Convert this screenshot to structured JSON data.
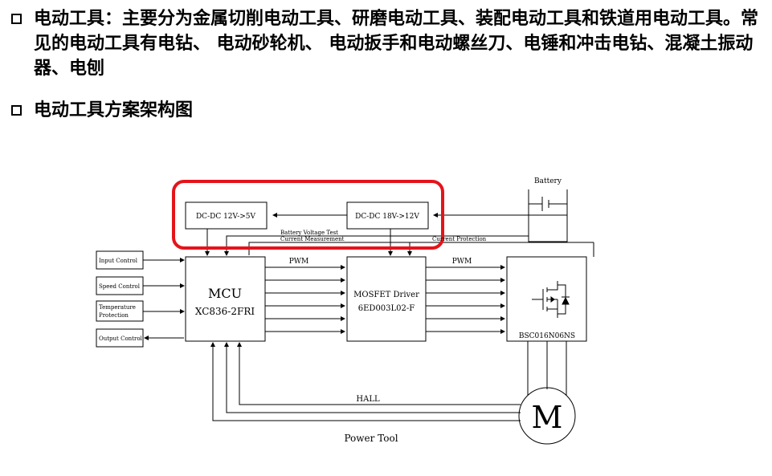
{
  "bullets": {
    "intro": "电动工具：主要分为金属切削电动工具、研磨电动工具、装配电动工具和铁道用电动工具。常见的电动工具有电钻、 电动砂轮机、 电动扳手和电动螺丝刀、电锤和冲击电钻、混凝土振动器、电刨",
    "heading": "电动工具方案架构图"
  },
  "diagram": {
    "battery": "Battery",
    "dcdc1": "DC-DC 12V->5V",
    "dcdc2": "DC-DC 18V->12V",
    "battery_voltage_test": "Battery Voltage Test",
    "current_measurement": "Current Measurement",
    "current_protection": "Current Protection",
    "inputs": [
      "Input Control",
      "Speed Control",
      "Temperature",
      "Protection",
      "Output Control"
    ],
    "mcu_title": "MCU",
    "mcu_part": "XC836-2FRI",
    "pwm1": "PWM",
    "pwm2": "PWM",
    "driver_title": "MOSFET Driver",
    "driver_part": "6ED003L02-F",
    "mosfet_part": "BSC016N06NS",
    "hall": "HALL",
    "motor": "M",
    "power_tool": "Power Tool",
    "highlight_color": "#e4141b"
  }
}
